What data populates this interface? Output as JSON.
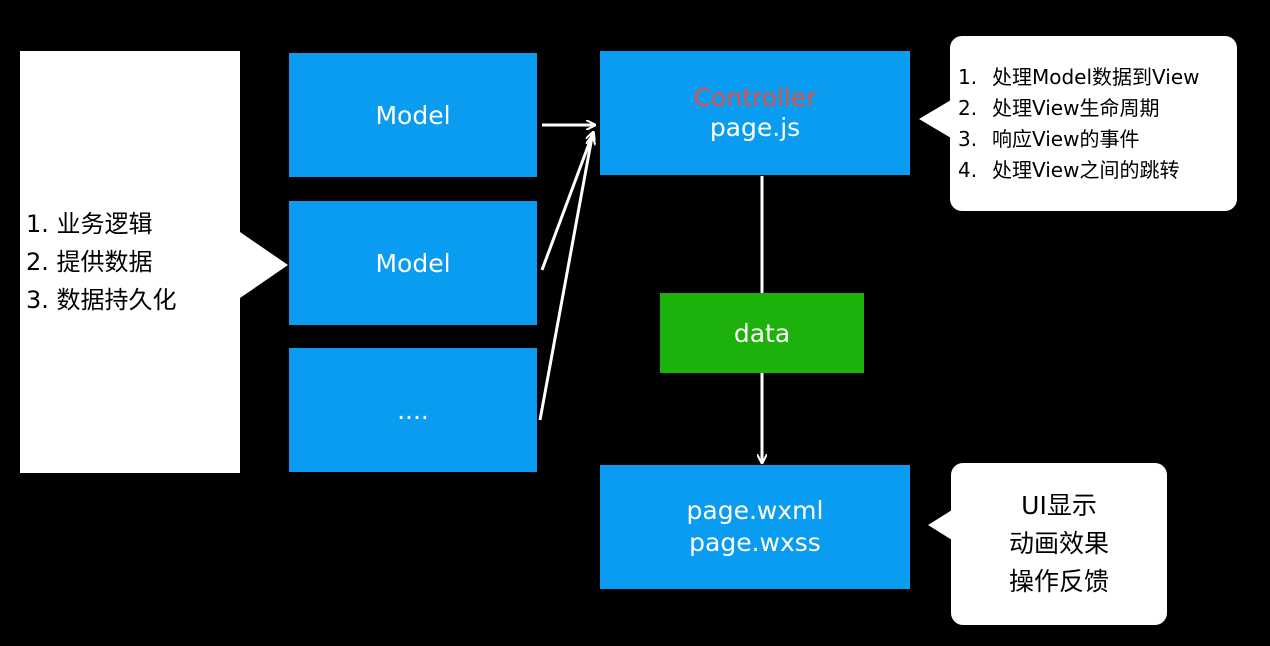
{
  "left_panel": {
    "lines": [
      "1. 业务逻辑",
      "2. 提供数据",
      "3. 数据持久化"
    ]
  },
  "models": [
    {
      "label": "Model"
    },
    {
      "label": "Model"
    },
    {
      "label": "...."
    }
  ],
  "controller": {
    "label": "Controller",
    "file": "page.js"
  },
  "data_box": {
    "label": "data"
  },
  "view": {
    "files": [
      "page.wxml",
      "page.wxss"
    ]
  },
  "controller_notes": {
    "items": [
      {
        "num": "1.",
        "text": "处理Model数据到View"
      },
      {
        "num": "2.",
        "text": "处理View生命周期"
      },
      {
        "num": "3.",
        "text": "响应View的事件"
      },
      {
        "num": "4.",
        "text": "处理View之间的跳转"
      }
    ]
  },
  "view_notes": {
    "lines": [
      "UI显示",
      "动画效果",
      "操作反馈"
    ]
  },
  "colors": {
    "background": "#000000",
    "box_blue": "#0a9cf1",
    "data_green": "#1db10c",
    "controller_red": "#e34f45",
    "panel_white": "#ffffff"
  }
}
